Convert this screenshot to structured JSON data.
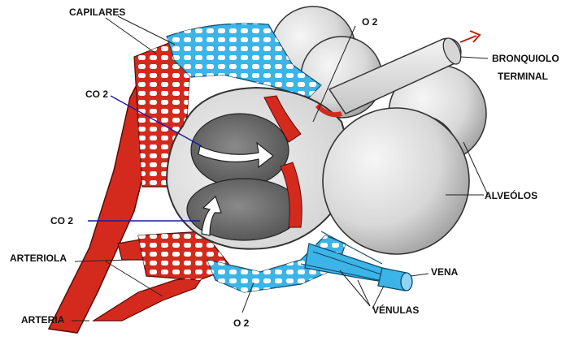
{
  "labels": {
    "capilares": "CAPILARES",
    "o2_top": "O 2",
    "bronquiolo_line1": "BRONQUIOLO",
    "bronquiolo_line2": "TERMINAL",
    "co2_upper": "CO 2",
    "co2_lower": "CO 2",
    "alveolos": "ALVEÓLOS",
    "arteriola": "ARTERIOLA",
    "vena": "VENA",
    "venulas": "VÉNULAS",
    "o2_bottom": "O 2",
    "arteria": "ARTERIA"
  },
  "colors": {
    "arterial": "#d42a1e",
    "venous": "#3cb4e8",
    "alveolus_fill": "#e6e6e6",
    "alveolus_dark": "#8e8e8e",
    "co2_pointer": "#1a1aa8",
    "leader_line": "#222222"
  }
}
